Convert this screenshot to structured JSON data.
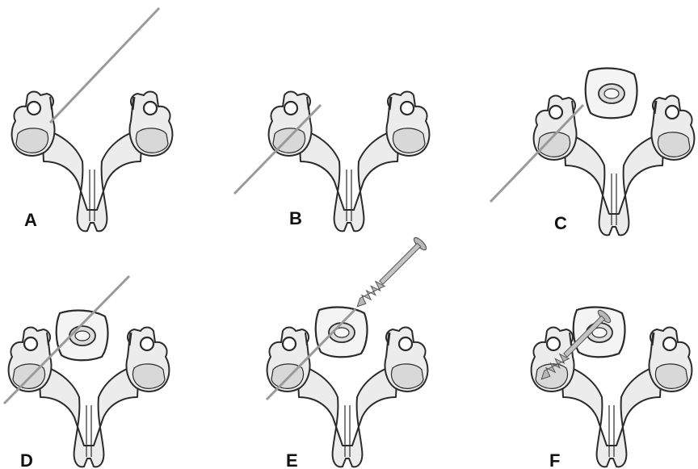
{
  "colors": {
    "bone_fill": "#ececec",
    "outline": "#2b2b2b",
    "guide_wire": "#9a9a9a",
    "screw": "#b0b0b0",
    "background": "#ffffff"
  },
  "panels": [
    {
      "label": "A",
      "guide_wire": true,
      "graft": false,
      "screw": "none"
    },
    {
      "label": "B",
      "guide_wire": true,
      "graft": false,
      "screw": "none"
    },
    {
      "label": "C",
      "guide_wire": true,
      "graft": true,
      "screw": "none"
    },
    {
      "label": "D",
      "guide_wire": true,
      "graft": true,
      "screw": "none"
    },
    {
      "label": "E",
      "guide_wire": true,
      "graft": true,
      "screw": "approaching"
    },
    {
      "label": "F",
      "guide_wire": false,
      "graft": true,
      "screw": "inserted"
    }
  ]
}
